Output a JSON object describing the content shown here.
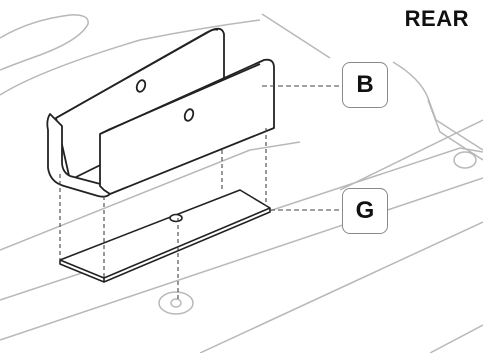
{
  "diagram": {
    "heading": "REAR",
    "callouts": [
      {
        "id": "b",
        "label": "B"
      },
      {
        "id": "g",
        "label": "G"
      }
    ],
    "colors": {
      "outline": "#222222",
      "background_line": "#b8b8b8",
      "leader_line": "#444444",
      "callout_border": "#8a8a8a"
    }
  }
}
